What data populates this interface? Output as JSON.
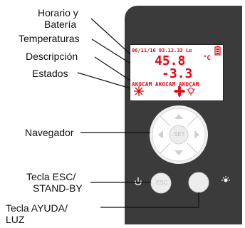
{
  "labels": {
    "horario": "Horario y",
    "bateria": "Batería",
    "temperaturas": "Temperaturas",
    "descripcion": "Descripción",
    "estados": "Estados",
    "navegador": "Navegador",
    "esc_line1": "Tecla ESC/",
    "esc_line2": "STAND-BY",
    "ayuda_line1": "Tecla AYUDA/",
    "ayuda_line2": "LUZ"
  },
  "display": {
    "datetime": "06/11/16 03.12.33 Lu",
    "temp1": "45.8",
    "unit": "°C",
    "temp2": "-3.3",
    "description": "AKOCAM AKOCAM AKOCAM"
  },
  "buttons": {
    "set": "SET",
    "esc": "ESC"
  },
  "colors": {
    "lcd_red": "#e30613",
    "panel": "#3b3b3b"
  }
}
